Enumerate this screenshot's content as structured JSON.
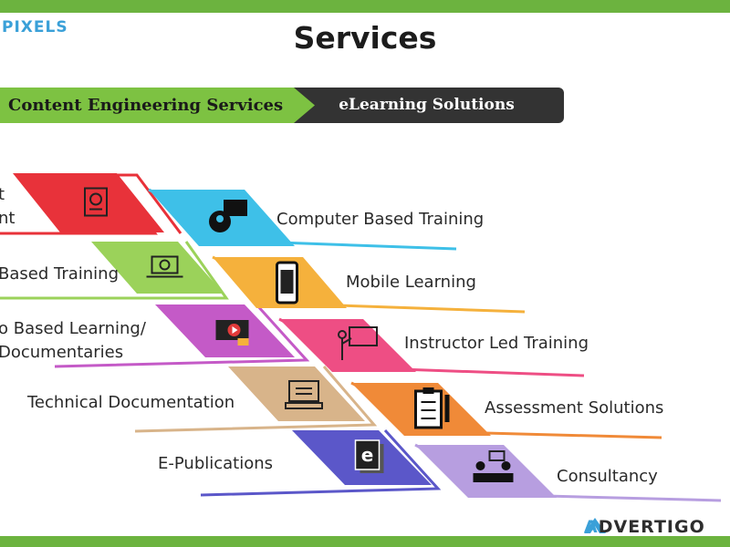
{
  "header": {
    "logo_text": "PIXELS",
    "title": "Services"
  },
  "tabs": [
    {
      "label": "Content Engineering Services",
      "active": true
    },
    {
      "label": "eLearning Solutions",
      "active": false
    }
  ],
  "left_column": [
    {
      "label_lines": [
        "t",
        "nt"
      ],
      "color": "#e8323a",
      "icon": "certificate-icon"
    },
    {
      "label_lines": [
        "Based Training"
      ],
      "color": "#9bd25a",
      "icon": "laptop-gear-icon"
    },
    {
      "label_lines": [
        "o Based Learning/",
        "Documentaries"
      ],
      "color": "#c45ac7",
      "icon": "video-player-icon"
    },
    {
      "label_lines": [
        "Technical Documentation"
      ],
      "color": "#d8b48a",
      "icon": "computer-document-icon"
    },
    {
      "label_lines": [
        "E-Publications"
      ],
      "color": "#5b57c9",
      "icon": "ebook-icon"
    }
  ],
  "right_column": [
    {
      "label": "Computer Based Training",
      "color": "#3ec0e8",
      "icon": "computer-user-icon"
    },
    {
      "label": "Mobile Learning",
      "color": "#f5b13c",
      "icon": "mobile-phone-icon"
    },
    {
      "label": "Instructor Led Training",
      "color": "#ee4e84",
      "icon": "instructor-board-icon"
    },
    {
      "label": "Assessment Solutions",
      "color": "#f08a38",
      "icon": "clipboard-checklist-icon"
    },
    {
      "label": "Consultancy",
      "color": "#b79ee0",
      "icon": "consultancy-meeting-icon"
    }
  ],
  "watermark": {
    "mark": "A",
    "text": "DVERTIGO"
  },
  "colors": {
    "brand_green": "#6cb33f",
    "tab_green": "#7dc242",
    "tab_dark": "#333333",
    "logo_blue": "#3aa0d8"
  }
}
